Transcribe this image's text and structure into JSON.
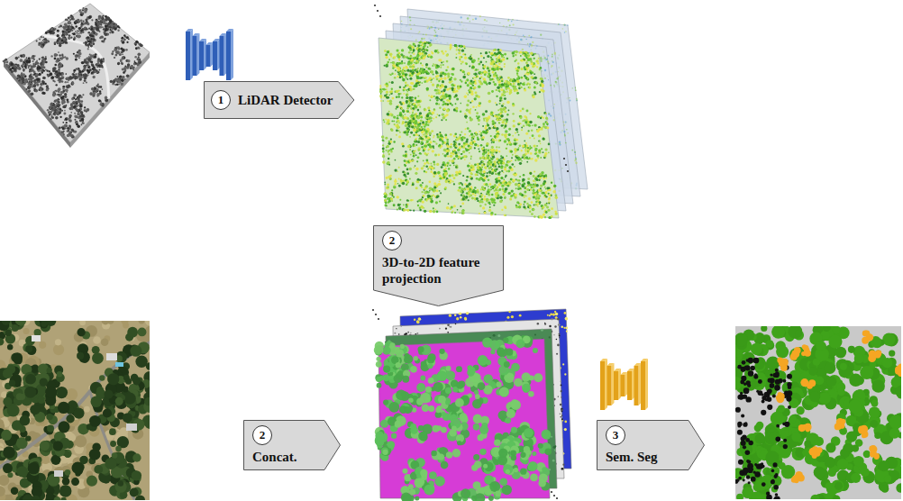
{
  "diagram": {
    "nodes": [
      {
        "text": [
          "1",
          "LiDAR Detector"
        ]
      },
      {
        "text": [
          "2",
          "3D-to-2D feature projection"
        ]
      },
      {
        "text": [
          "2",
          "Concat."
        ]
      },
      {
        "text": [
          "3",
          "Sem. Seg"
        ]
      }
    ]
  }
}
